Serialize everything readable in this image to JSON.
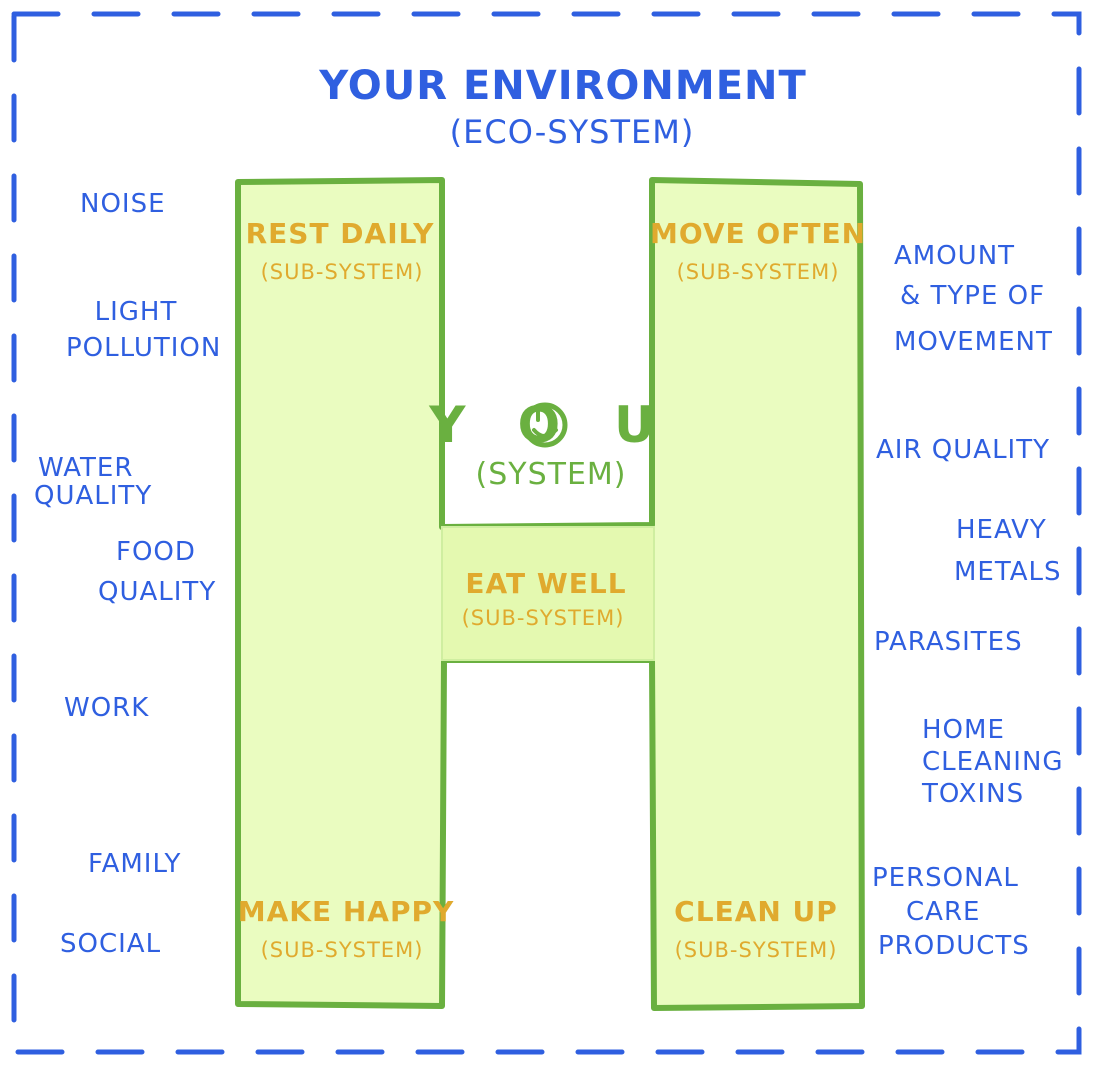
{
  "diagram": {
    "title": "YOUR ENVIRONMENT",
    "subtitle": "(ECO-SYSTEM)",
    "center": {
      "label": "YOU",
      "sub": "(SYSTEM)"
    },
    "subsystems": {
      "rest": {
        "label": "REST DAILY",
        "sub": "(SUB-SYSTEM)"
      },
      "move": {
        "label": "MOVE OFTEN",
        "sub": "(SUB-SYSTEM)"
      },
      "eat": {
        "label": "EAT WELL",
        "sub": "(SUB-SYSTEM)"
      },
      "happy": {
        "label": "MAKE HAPPY",
        "sub": "(SUB-SYSTEM)"
      },
      "clean": {
        "label": "CLEAN UP",
        "sub": "(SUB-SYSTEM)"
      }
    },
    "left_factors": {
      "noise": "NOISE",
      "light_1": "LIGHT",
      "light_2": "POLLUTION",
      "water_1": "WATER",
      "water_2": "QUALITY",
      "food_1": "FOOD",
      "food_2": "QUALITY",
      "work": "WORK",
      "family": "FAMILY",
      "social": "SOCIAL"
    },
    "right_factors": {
      "movement_1": "AMOUNT",
      "movement_2": "& TYPE OF",
      "movement_3": "MOVEMENT",
      "air": "AIR QUALITY",
      "metals_1": "HEAVY",
      "metals_2": "METALS",
      "parasites": "PARASITES",
      "home_1": "HOME",
      "home_2": "CLEANING",
      "home_3": "TOXINS",
      "personal_1": "PERSONAL",
      "personal_2": "CARE",
      "personal_3": "PRODUCTS"
    },
    "colors": {
      "frame": "#2f5fe0",
      "factor_text": "#2f5fe0",
      "h_fill": "#eafcc0",
      "h_stroke": "#6ab040",
      "subsystem_text": "#e0aa2e",
      "you_text": "#6ab040"
    }
  }
}
